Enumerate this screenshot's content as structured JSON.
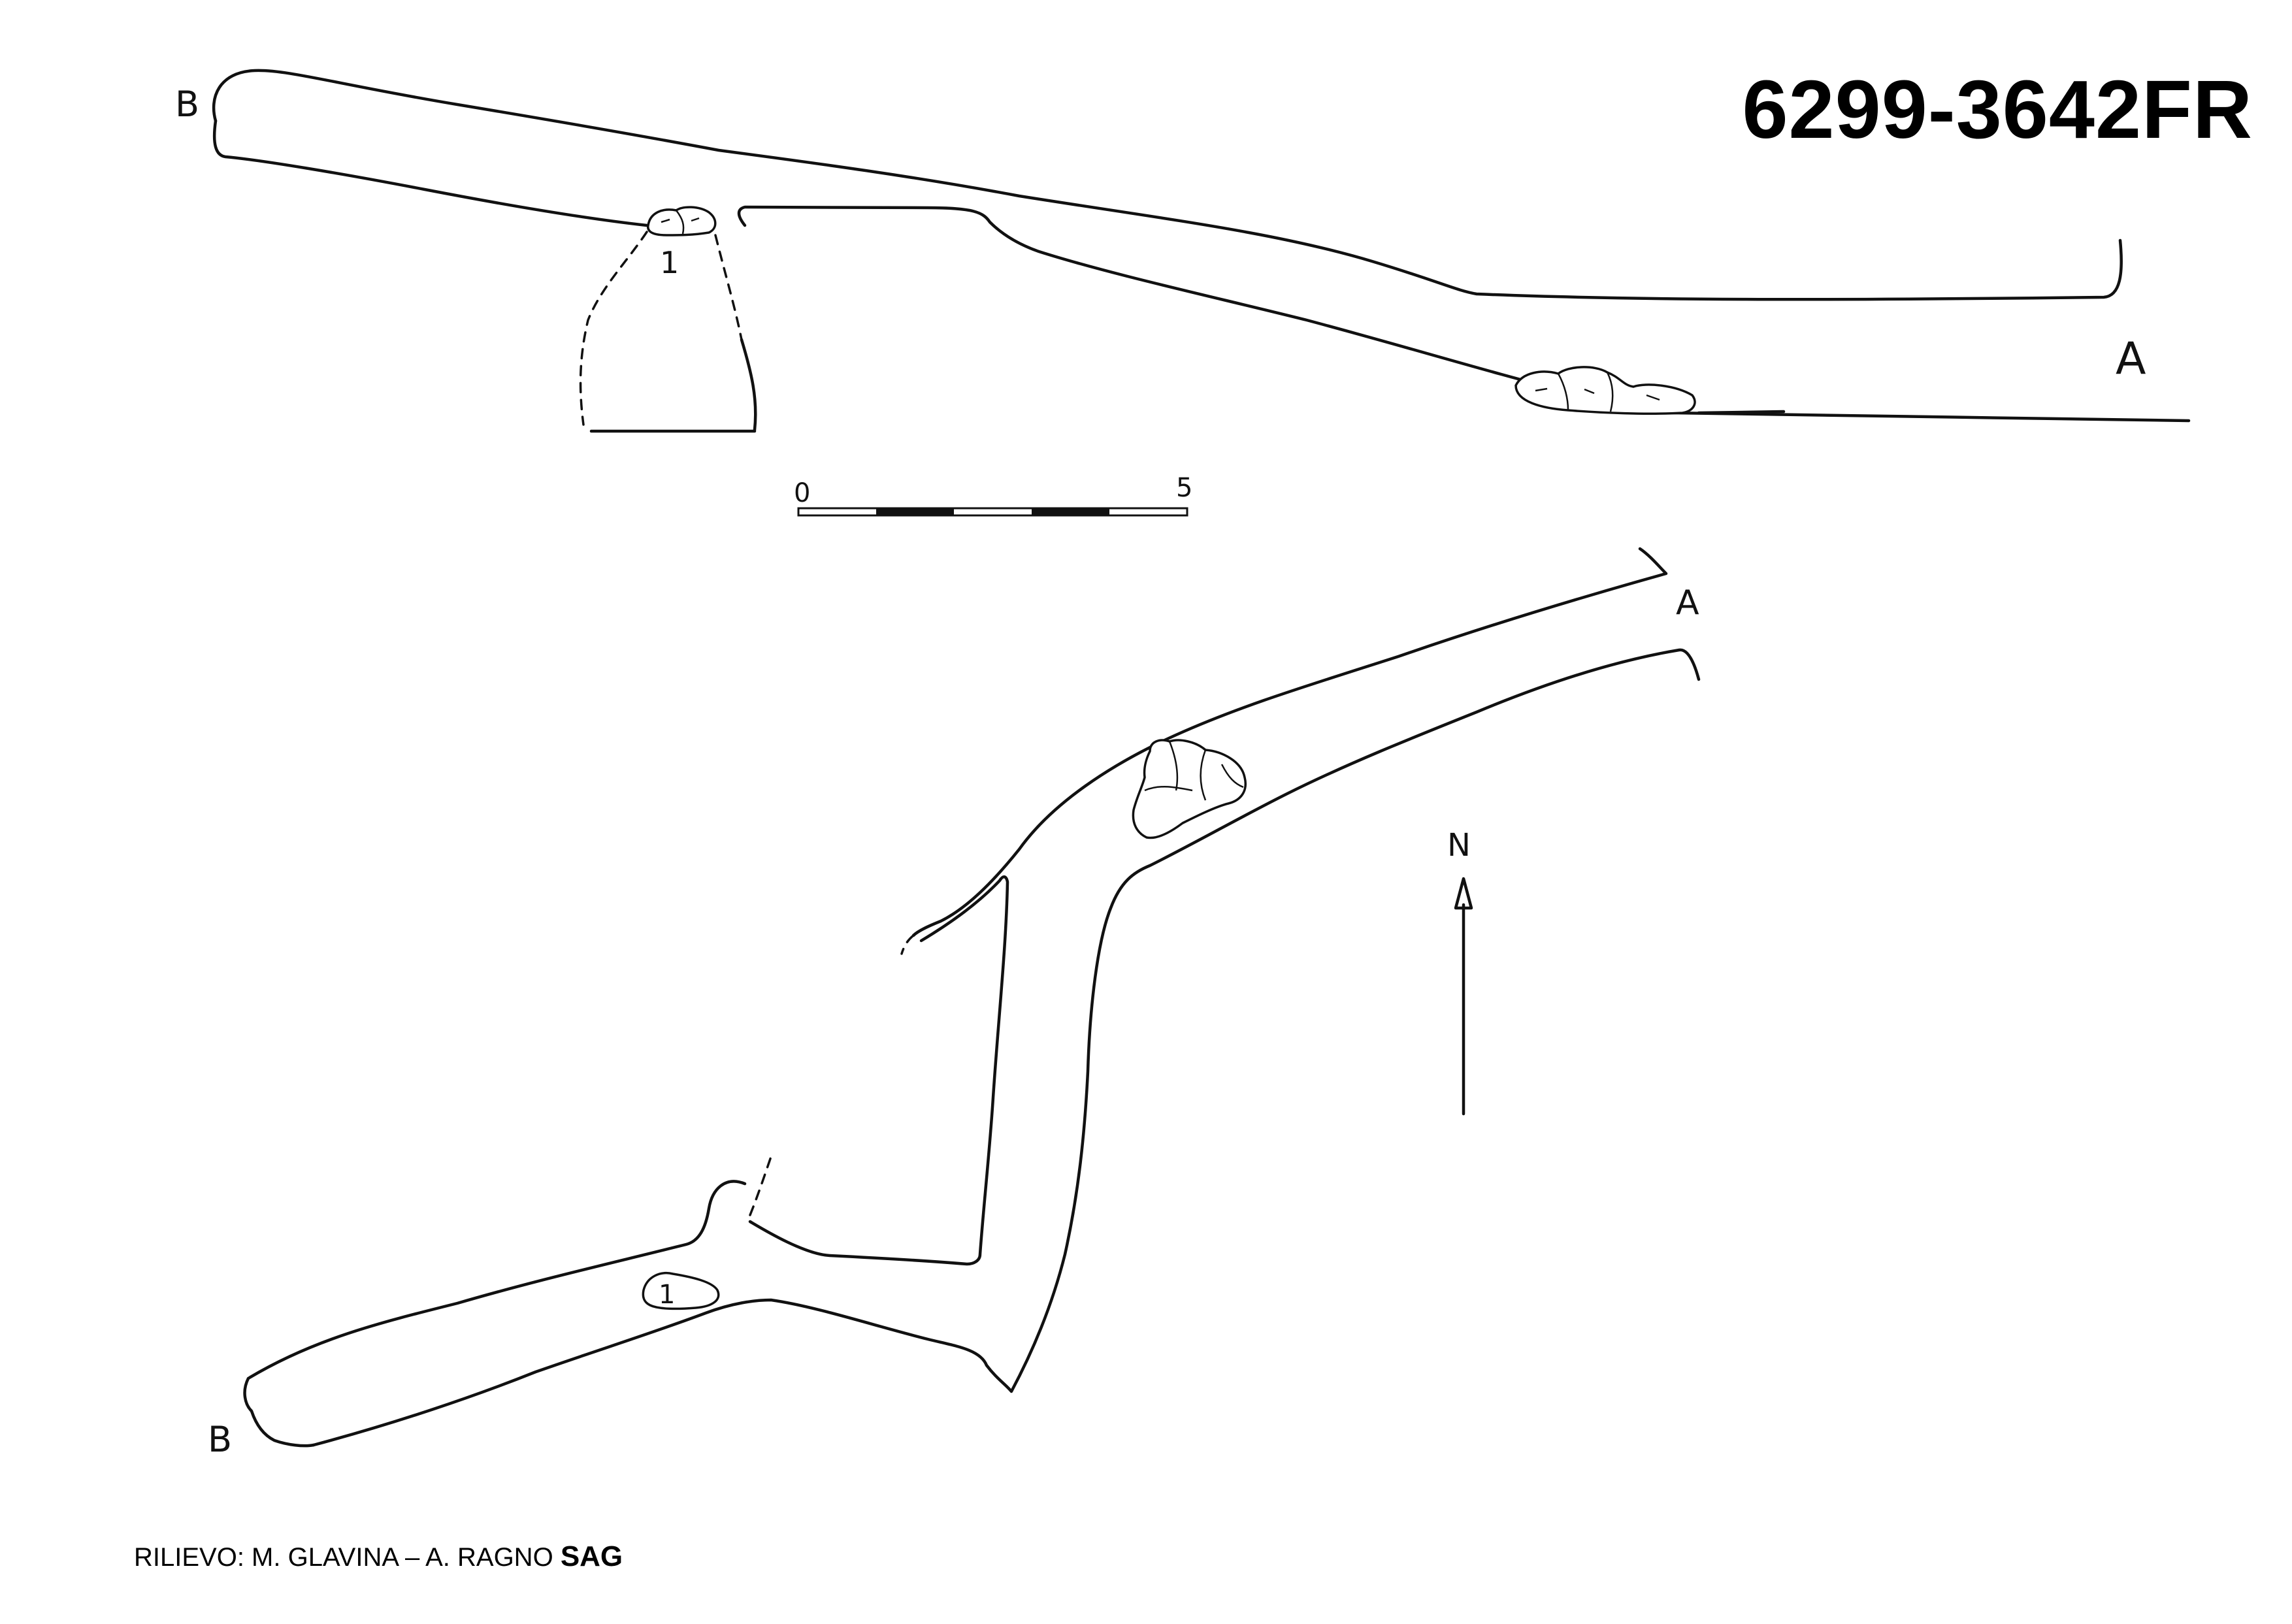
{
  "header": {
    "cave_id": "6299-3642FR"
  },
  "footer": {
    "survey_credit": "RILIEVO: M. GLAVINA – A. RAGNO",
    "organization": "SAG"
  },
  "section_view": {
    "label_entrance": "A",
    "label_end": "B",
    "boulder_label": "1"
  },
  "scale_bar": {
    "start_label": "0",
    "end_label": "5"
  },
  "plan_view": {
    "label_entrance": "A",
    "label_end": "B",
    "boulder_label": "1",
    "north_label": "N"
  }
}
